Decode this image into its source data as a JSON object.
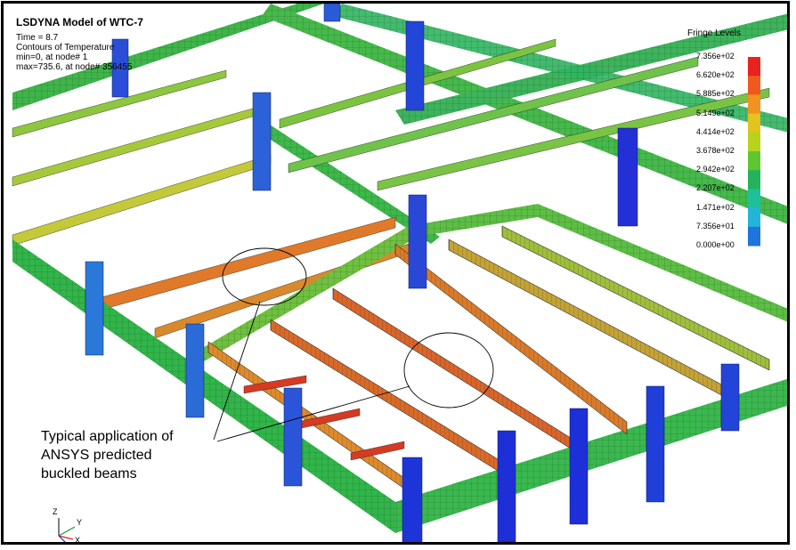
{
  "header": {
    "title": "LSDYNA Model of WTC-7",
    "time": "Time =      8.7",
    "contours": "Contours of Temperature",
    "min": "min=0, at node# 1",
    "max": "max=735.6, at node# 356455"
  },
  "legend": {
    "title": "Fringe Levels",
    "levels": [
      "7.356e+02",
      "6.620e+02",
      "5.885e+02",
      "5.149e+02",
      "4.414e+02",
      "3.678e+02",
      "2.942e+02",
      "2.207e+02",
      "1.471e+02",
      "7.356e+01",
      "0.000e+00"
    ],
    "colors": [
      "#e8231d",
      "#ee5a1e",
      "#f2931f",
      "#e3c31d",
      "#b7d31d",
      "#5ec72f",
      "#23b35a",
      "#1fbf9b",
      "#22b5d9",
      "#1c74dc",
      "#1a2fdc"
    ]
  },
  "annotation": {
    "lines": [
      "Typical application of",
      "ANSYS predicted",
      "buckled beams"
    ]
  },
  "axes": {
    "z": "Z",
    "y": "Y",
    "x": "X"
  }
}
